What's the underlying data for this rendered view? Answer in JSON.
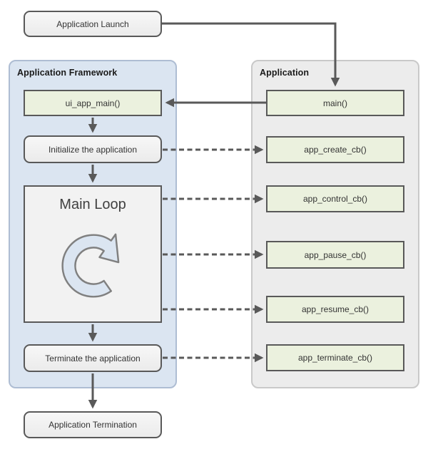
{
  "colors": {
    "framework_fill": "#dbe5f1",
    "framework_border": "#aebdd3",
    "application_fill": "#ececec",
    "application_border": "#c9c9c9",
    "callback_fill": "#ebf1de",
    "rounded_box_fill": "#f1f1f1",
    "box_border": "#595959",
    "arrow": "#595959",
    "loop_icon_fill": "#dbe5f1",
    "loop_icon_stroke": "#808080",
    "text": "#333333"
  },
  "nodes": {
    "launch": "Application Launch",
    "termination": "Application Termination"
  },
  "framework": {
    "label": "Application Framework",
    "ui_app_main": "ui_app_main()",
    "initialize": "Initialize the application",
    "main_loop": "Main Loop",
    "terminate": "Terminate the application"
  },
  "application": {
    "label": "Application",
    "main": "main()",
    "create_cb": "app_create_cb()",
    "control_cb": "app_control_cb()",
    "pause_cb": "app_pause_cb()",
    "resume_cb": "app_resume_cb()",
    "terminate_cb": "app_terminate_cb()"
  },
  "icons": {
    "loop": "clockwise-loop-arrow-icon"
  }
}
